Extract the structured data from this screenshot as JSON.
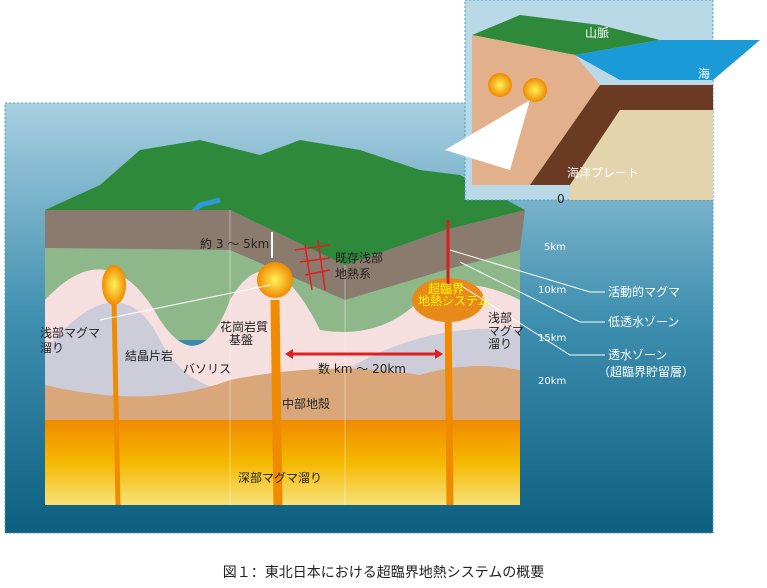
{
  "inset": {
    "mountain": "山脈",
    "sea": "海",
    "ocean_plate": "海洋プレート",
    "depth_zero": "0"
  },
  "depths": [
    "5km",
    "10km",
    "15km",
    "20km"
  ],
  "labels": {
    "depth_range": "約 3 ～ 5km",
    "existing_shallow": [
      "既存浅部",
      "地熱系"
    ],
    "supercritical": [
      "超臨界",
      "地熱システム"
    ],
    "shallow_magma_left": [
      "浅部マグマ",
      "溜り"
    ],
    "shallow_magma_right": [
      "浅部",
      "マグマ",
      "溜り"
    ],
    "granite": [
      "花崗岩質",
      "基盤"
    ],
    "schist": "結晶片岩",
    "batholith": "バソリス",
    "distance": "数 km ～ 20km",
    "mid_crust": "中部地殻",
    "deep_magma": "深部マグマ溜り"
  },
  "legend": {
    "active_magma": "活動的マグマ",
    "low_perm": "低透水ゾーン",
    "perm": "透水ゾーン",
    "perm_sub": "（超臨界貯留層）"
  },
  "caption": "図１：東北日本における超臨界地熱システムの概要"
}
